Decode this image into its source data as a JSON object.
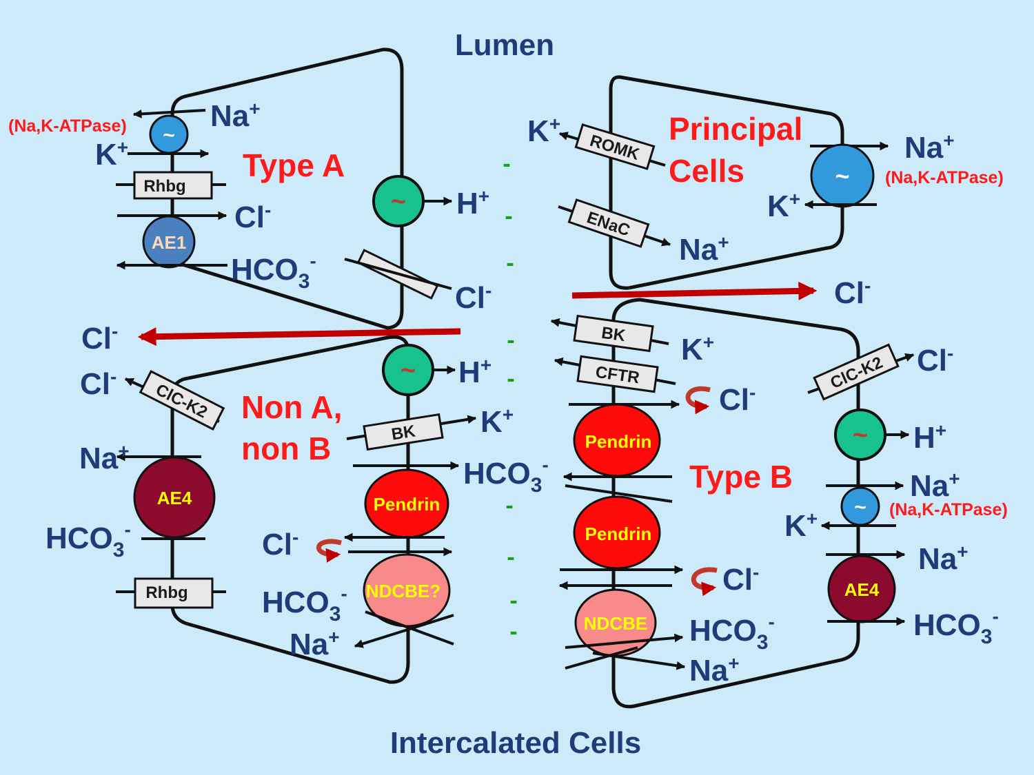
{
  "title_top": "Lumen",
  "title_bottom": "Intercalated Cells",
  "cells": {
    "type_a": "Type A",
    "principal_1": "Principal",
    "principal_2": "Cells",
    "non_ab_1": "Non A,",
    "non_ab_2": "non B",
    "type_b": "Type B"
  },
  "transporters": {
    "atpase_label": "(Na,K-ATPase)",
    "atpase_symbol": "~",
    "rhbg": "Rhbg",
    "ae1": "AE1",
    "ae4": "AE4",
    "romk": "ROMK",
    "enac": "ENaC",
    "bk": "BK",
    "cftr": "CFTR",
    "clck2": "ClC-K2",
    "pendrin": "Pendrin",
    "ndcbe_q": "NDCBE?",
    "ndcbe": "NDCBE"
  },
  "ions": {
    "na": "Na",
    "k": "K",
    "h": "H",
    "cl": "Cl",
    "hco3": "HCO",
    "sub3": "3",
    "plus": "+",
    "minus": "-"
  },
  "neg_mark": "-",
  "colors": {
    "background": "#cdeafb",
    "ion_text": "#1f3c78",
    "cell_label": "#ff1a1a",
    "atpase_pump": "#3399dd",
    "h_pump": "#17c28f",
    "ae1": "#4a7fc0",
    "ae4": "#8b0a2e",
    "pendrin": "#ff0a0a",
    "ndcbe": "#f78a8a",
    "chloride_flux_arrow": "#c00000",
    "negative_charge": "#17a317"
  }
}
